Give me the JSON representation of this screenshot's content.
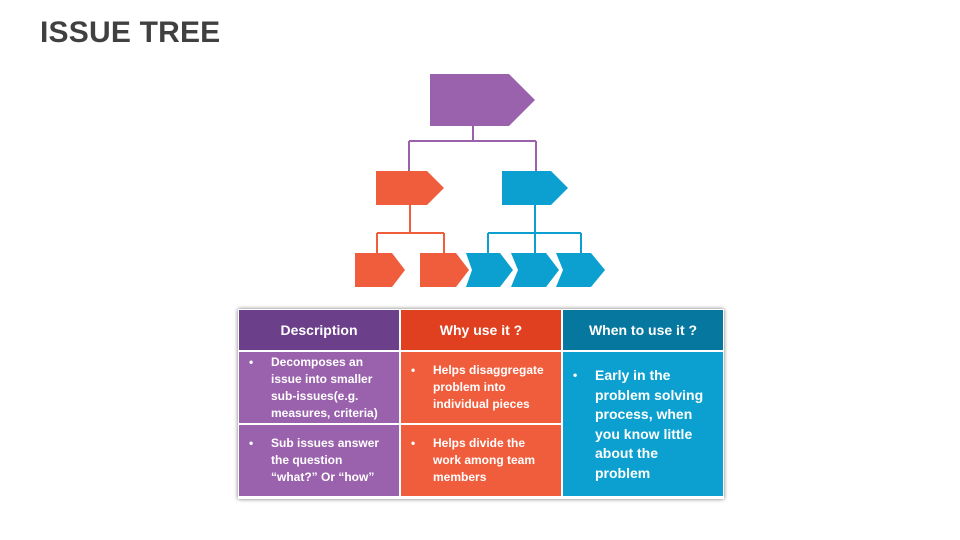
{
  "title": "ISSUE TREE",
  "colors": {
    "purple": "#9a62ad",
    "purple_dark": "#6c3f8a",
    "orange": "#f05d3c",
    "orange_dark": "#e0401f",
    "blue": "#0ba0cf",
    "blue_dark": "#06789f"
  },
  "table": {
    "headers": [
      "Description",
      "Why use it ?",
      "When to  use it ?"
    ],
    "description": [
      "Decomposes an issue into smaller sub-issues(e.g. measures, criteria)",
      "Sub issues answer the question “what?” Or “how”"
    ],
    "why": [
      "Helps disaggregate problem into individual pieces",
      "Helps divide the work among team members"
    ],
    "when": "Early in the problem solving process, when you know little about the problem",
    "bullet": "•"
  }
}
